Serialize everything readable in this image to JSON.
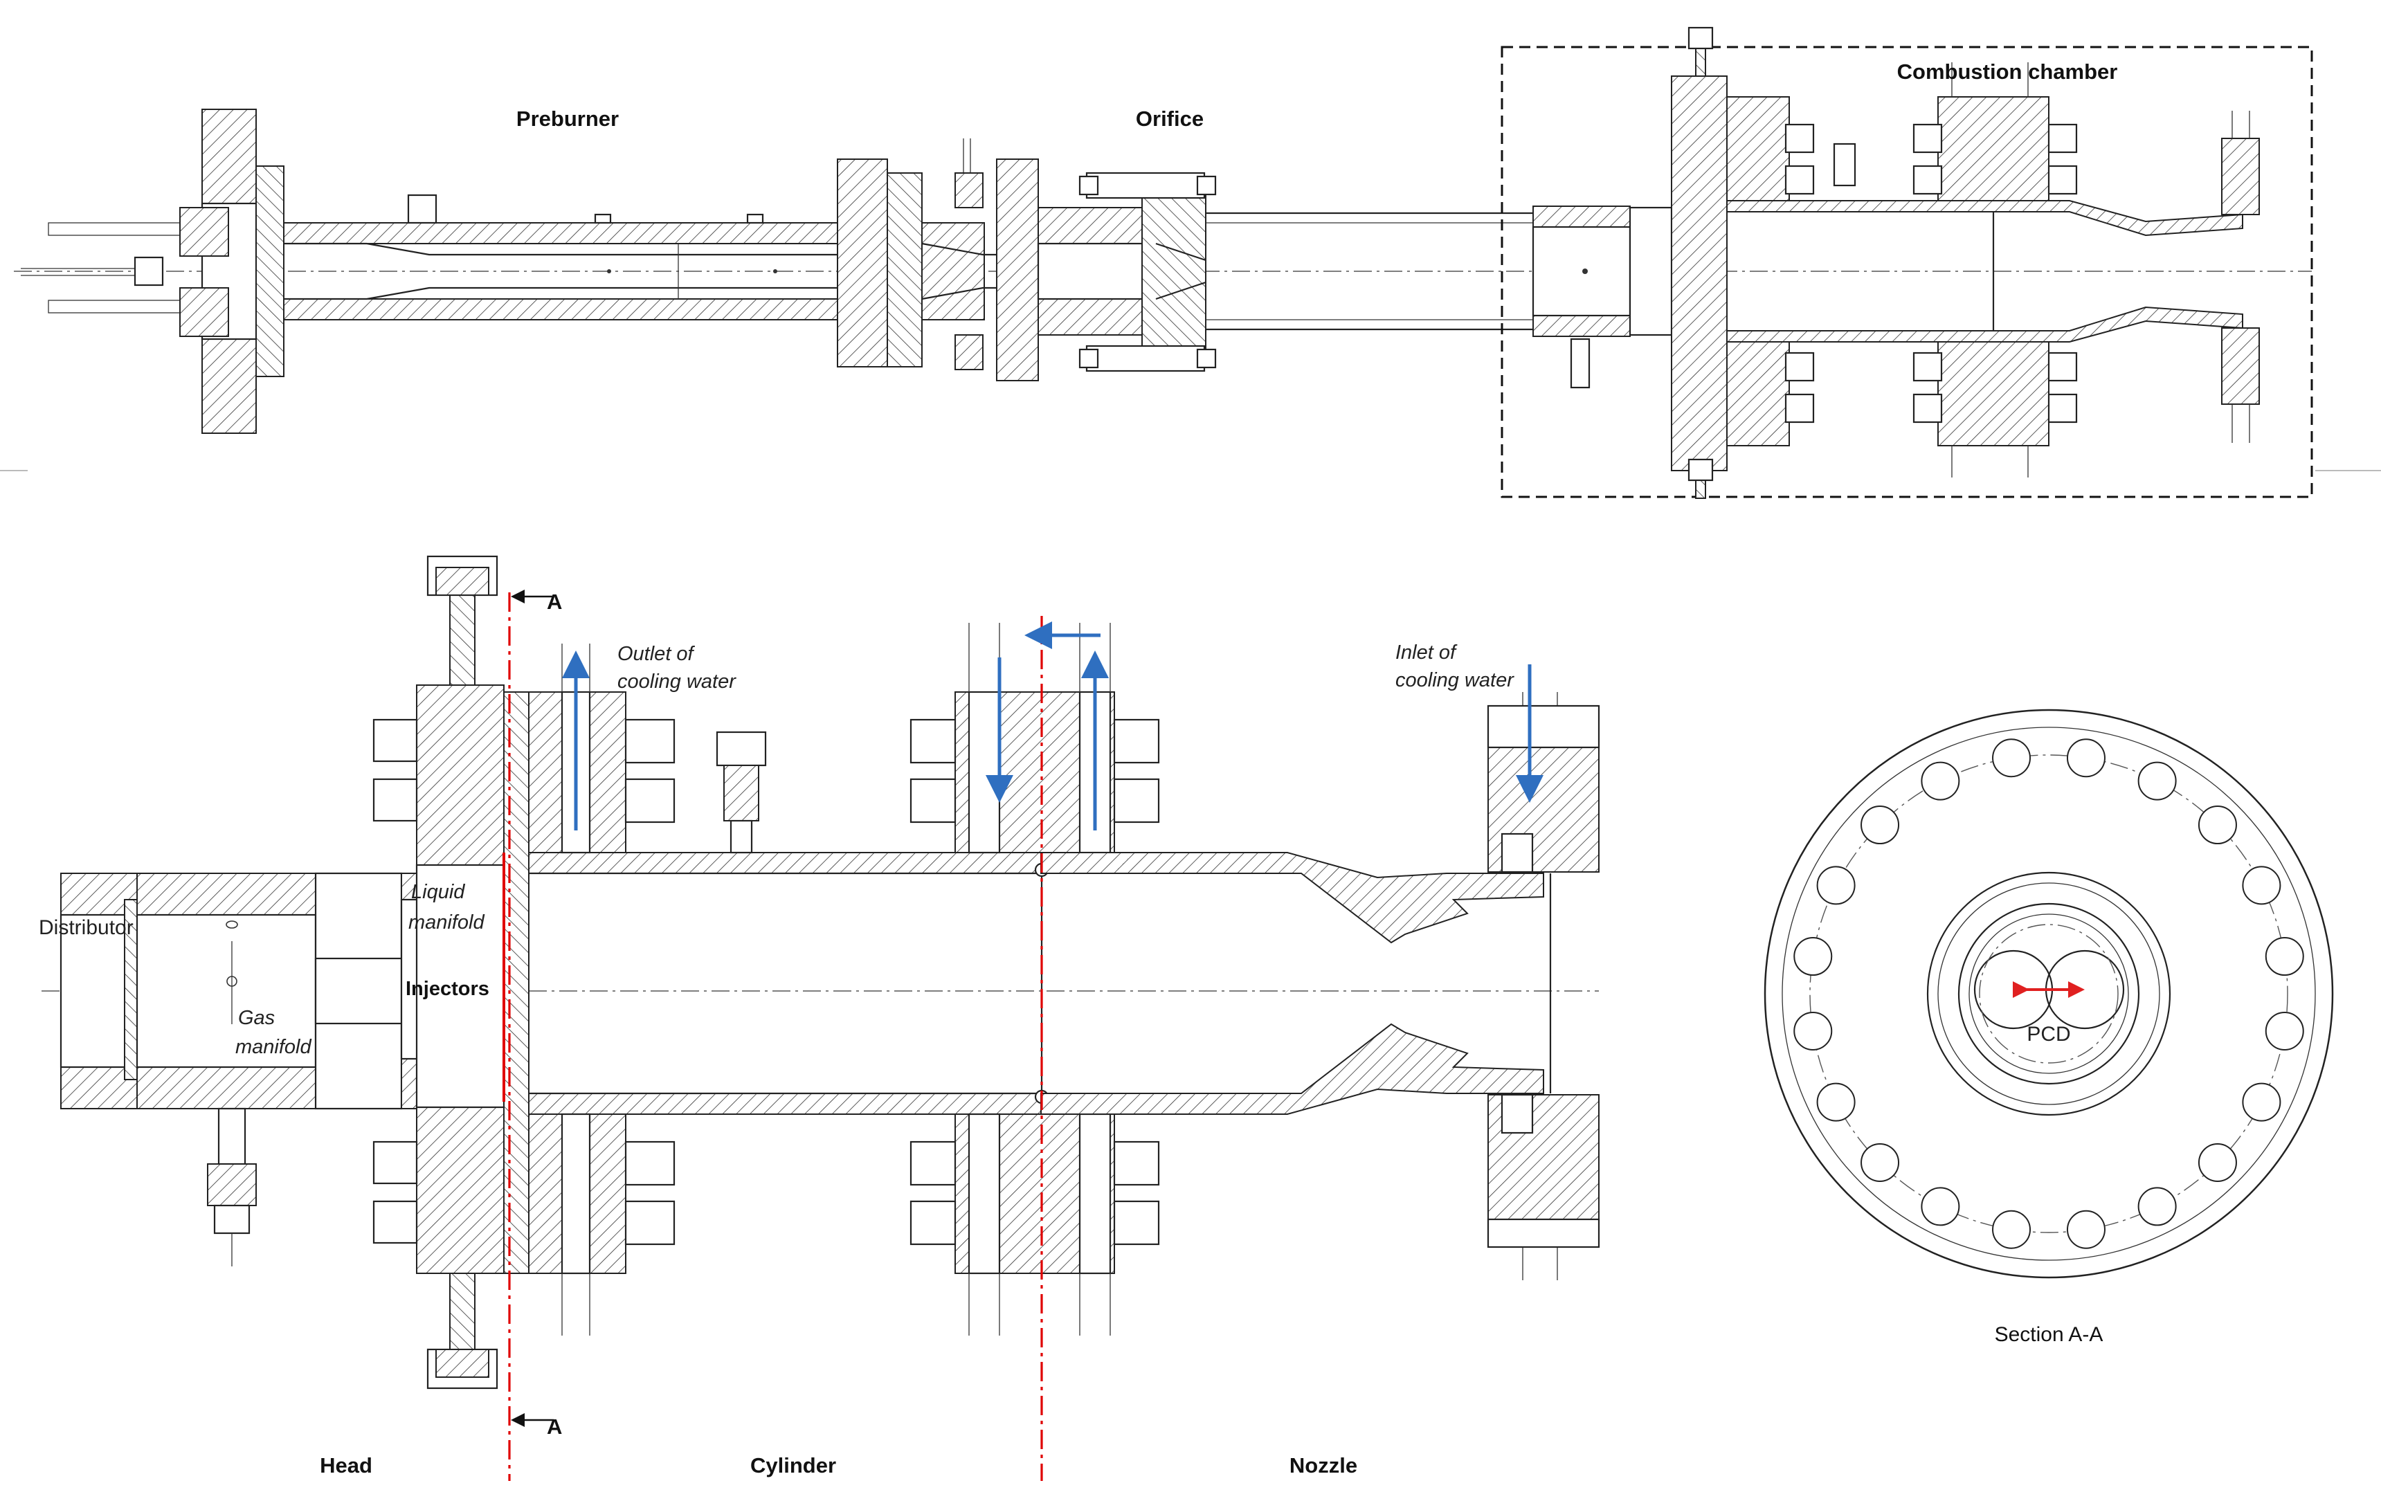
{
  "labels": {
    "preburner": "Preburner",
    "orifice": "Orifice",
    "combustion_chamber": "Combustion chamber",
    "section_marker_top": "A",
    "section_marker_bottom": "A",
    "outlet_cooling_line1": "Outlet of",
    "outlet_cooling_line2": "cooling water",
    "inlet_cooling_line1": "Inlet of",
    "inlet_cooling_line2": "cooling water",
    "liquid_manifold_line1": "Liquid",
    "liquid_manifold_line2": "manifold",
    "distributor": "Distributor",
    "injectors": "Injectors",
    "gas_manifold_line1": "Gas",
    "gas_manifold_line2": "manifold",
    "pcd": "PCD",
    "head": "Head",
    "cylinder": "Cylinder",
    "nozzle": "Nozzle",
    "section_aa": "Section A-A"
  },
  "colors": {
    "line": "#222222",
    "cooling_water_arrow": "#2f6fc0",
    "section_cut_line": "#e00000",
    "pcd_arrow": "#e02020",
    "background": "#ffffff"
  }
}
